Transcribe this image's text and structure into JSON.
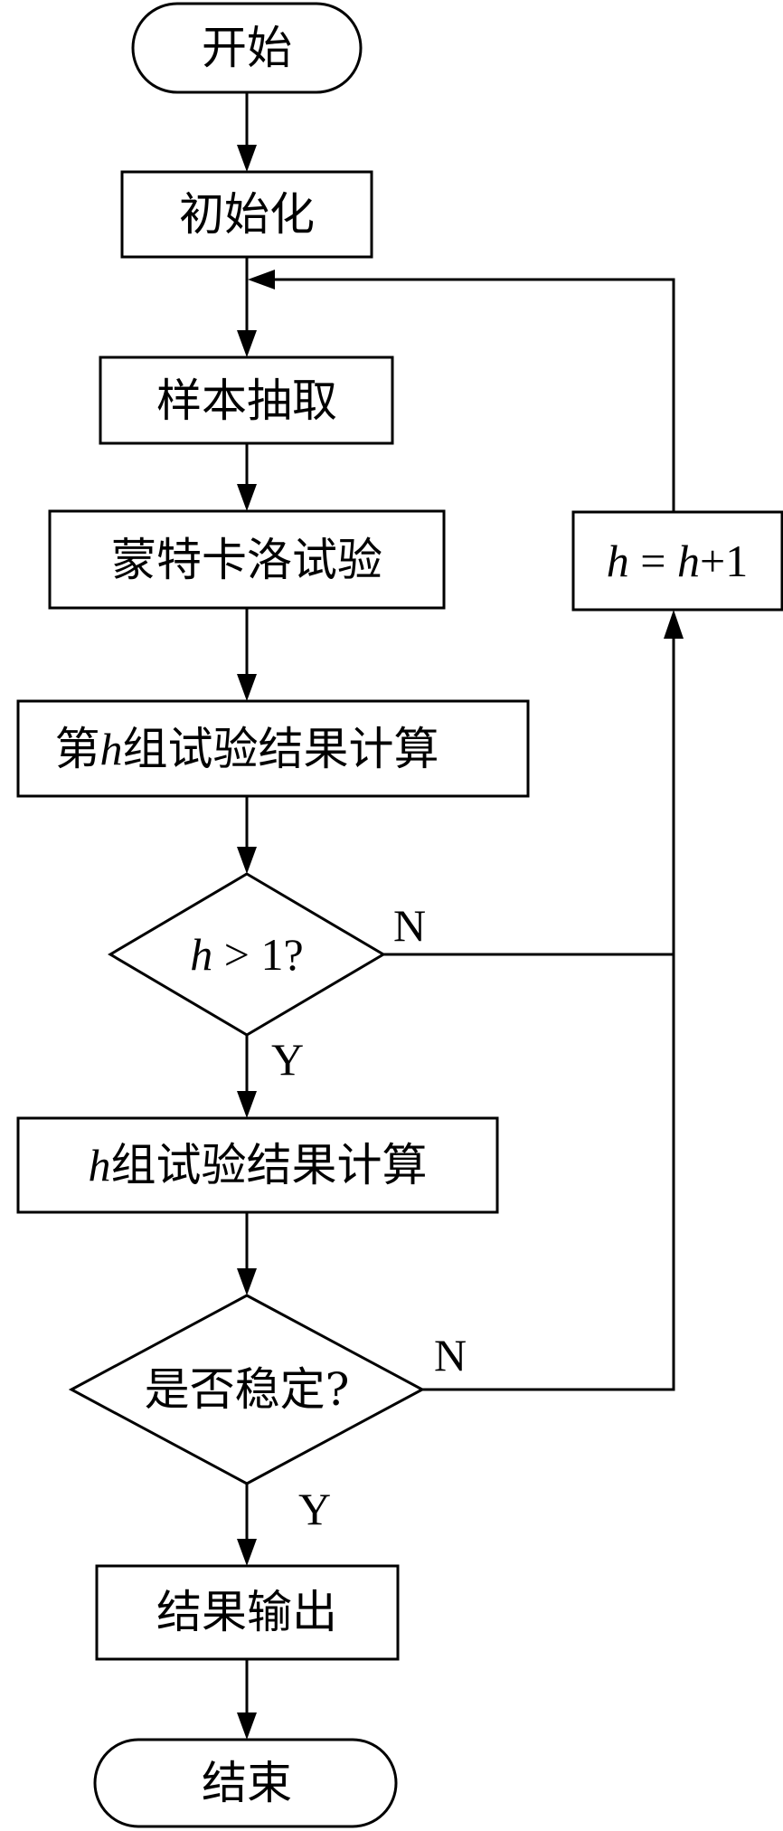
{
  "nodes": {
    "start": "开始",
    "init": "初始化",
    "sampling": "样本抽取",
    "monte_carlo": "蒙特卡洛试验",
    "group_calc": {
      "pre": "第",
      "var": "h",
      "post": "组试验结果计算"
    },
    "cond_h": {
      "var": "h",
      "rest": " > 1?"
    },
    "h_groups_calc": {
      "var": "h",
      "post": "组试验结果计算"
    },
    "cond_stable": "是否稳定?",
    "output": "结果输出",
    "end": "结束",
    "increment": {
      "var1": "h",
      "mid": " = ",
      "var2": "h",
      "post": "+1"
    }
  },
  "edge_labels": {
    "cond_h_no": "N",
    "cond_h_yes": "Y",
    "cond_stable_no": "N",
    "cond_stable_yes": "Y"
  }
}
